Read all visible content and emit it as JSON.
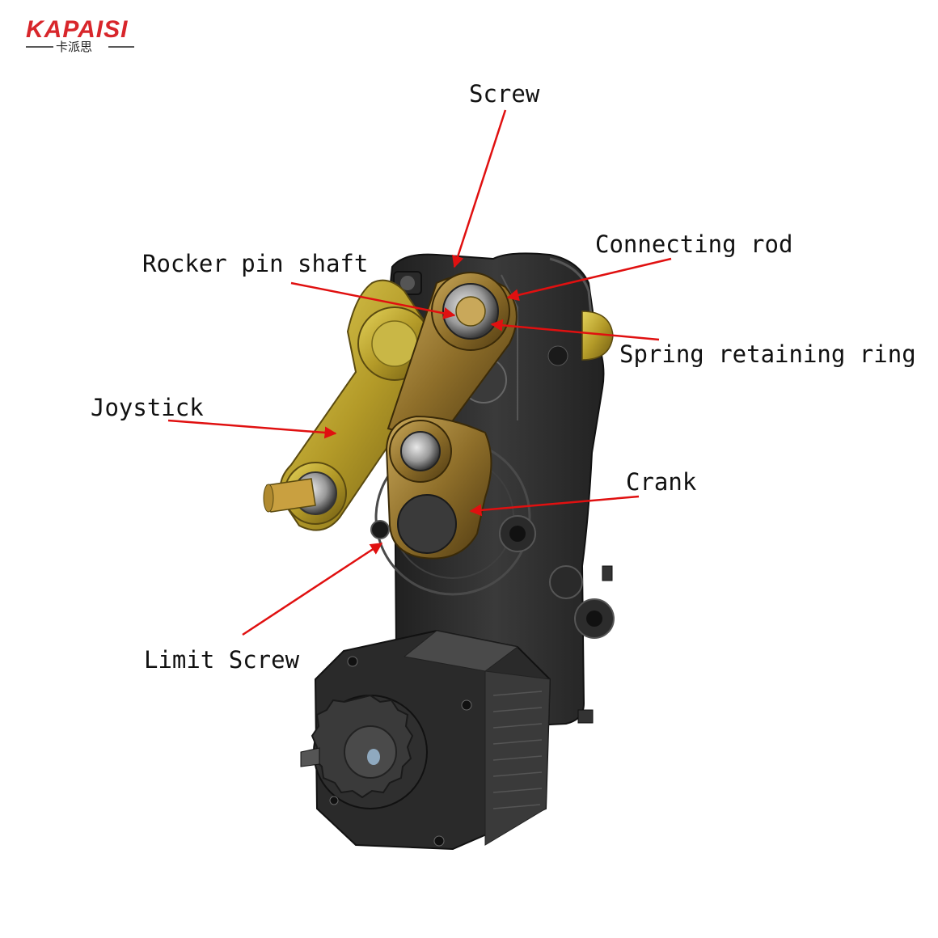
{
  "brand": {
    "name": "KAPAISI",
    "subtitle": "卡派思",
    "color": "#d8262b"
  },
  "labels": {
    "screw": "Screw",
    "connecting_rod": "Connecting rod",
    "rocker_pin_shaft": "Rocker pin shaft",
    "spring_retaining_ring": "Spring retaining ring",
    "joystick": "Joystick",
    "crank": "Crank",
    "limit_screw": "Limit Screw"
  },
  "colors": {
    "arrow": "#e01010",
    "housing": "#2b2b2b",
    "brass": "#b8a230"
  }
}
